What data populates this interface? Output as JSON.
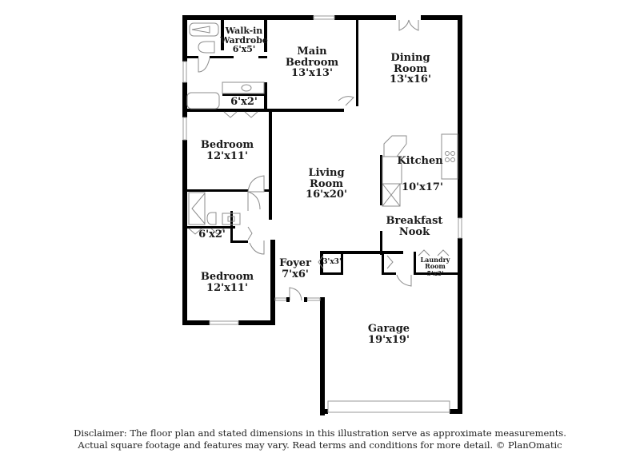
{
  "rooms": {
    "walk_in_wardrobe": {
      "name_lines": [
        "Walk-in",
        "Wardrobe"
      ],
      "size": "6'x5'"
    },
    "main_bedroom": {
      "name_lines": [
        "Main",
        "Bedroom"
      ],
      "size": "13'x13'"
    },
    "dining_room": {
      "name_lines": [
        "Dining",
        "Room"
      ],
      "size": "13'x16'"
    },
    "closet_main": {
      "size": "6'x2'"
    },
    "bedroom_1": {
      "name_lines": [
        "Bedroom"
      ],
      "size": "12'x11'"
    },
    "living_room": {
      "name_lines": [
        "Living",
        "Room"
      ],
      "size": "16'x20'"
    },
    "kitchen": {
      "name_lines": [
        "Kitchen"
      ],
      "size": "10'x17'"
    },
    "breakfast_nook": {
      "name_lines": [
        "Breakfast",
        "Nook"
      ]
    },
    "closet_bed2": {
      "size": "6'x2'"
    },
    "bedroom_2": {
      "name_lines": [
        "Bedroom"
      ],
      "size": "12'x11'"
    },
    "foyer": {
      "name_lines": [
        "Foyer"
      ],
      "size": "7'x6'"
    },
    "closet_foyer": {
      "size": "3'x3'"
    },
    "laundry_room": {
      "name_lines": [
        "Laundry",
        "Room"
      ],
      "size": "5'x3'"
    },
    "garage": {
      "name_lines": [
        "Garage"
      ],
      "size": "19'x19'"
    }
  },
  "disclaimer": {
    "line1": "Disclaimer: The floor plan and stated dimensions in this illustration serve as approximate measurements.",
    "line2": "Actual square footage and features may vary. Read terms and conditions for more detail. © PlanOmatic"
  }
}
